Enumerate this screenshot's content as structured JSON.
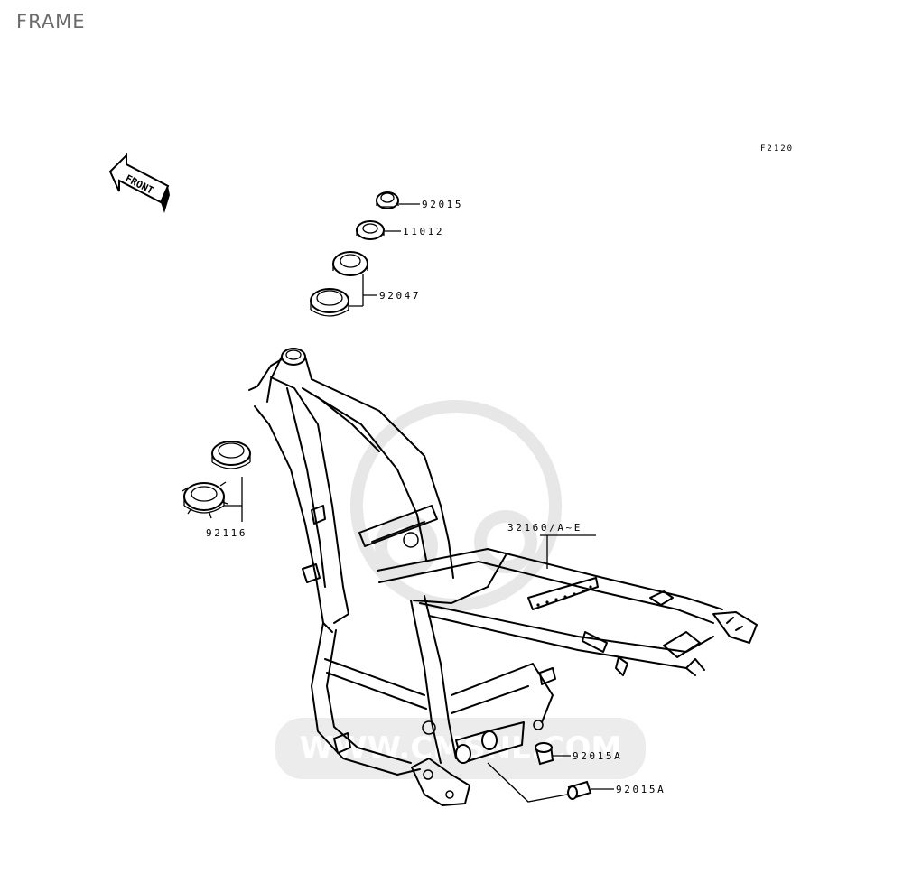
{
  "page_title": "FRAME",
  "figure_code": "F2120",
  "front_arrow_text": "FRONT",
  "watermark_text": "WWW.CMSNL.COM",
  "callouts": {
    "nut_top": "92015",
    "washer": "11012",
    "bearing_upper": "92047",
    "bearing_lower": "92116",
    "frame": "32160/A~E",
    "nut_right_1": "92015A",
    "nut_right_2": "92015A"
  },
  "colors": {
    "ink": "#000000",
    "title": "#6a6a6a",
    "watermark": "#e7e7e7"
  }
}
